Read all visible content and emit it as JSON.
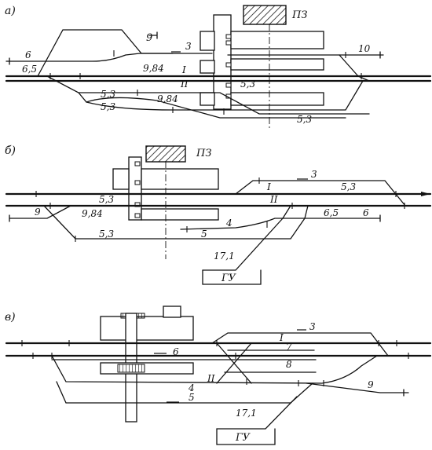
{
  "panels": {
    "a": {
      "label": "а)",
      "station_building": "ПЗ",
      "track_numbers": {
        "t1": "I",
        "t2": "II",
        "t3": "3",
        "t6": "6",
        "t9": "9",
        "t10": "10"
      },
      "dimensions": {
        "d_65": "6,5",
        "d_984_top": "9,84",
        "d_53_mid": "5,3",
        "d_53_a": "5,3",
        "d_53_b": "5,3",
        "d_984_bot": "9,84",
        "d_53_right": "5,3"
      }
    },
    "b": {
      "label": "б)",
      "station_building": "ПЗ",
      "track_numbers": {
        "t1": "I",
        "t2": "II",
        "t3": "3",
        "t4": "4",
        "t5": "5",
        "t6": "6",
        "t9": "9"
      },
      "dimensions": {
        "d_53_top": "5,3",
        "d_53_right": "5,3",
        "d_984": "9,84",
        "d_65": "6,5",
        "d_53_bot": "5,3",
        "d_171": "17,1"
      },
      "freight_yard": "ГУ"
    },
    "c": {
      "label": "в)",
      "track_numbers": {
        "t1": "I",
        "t2": "II",
        "t3": "3",
        "t4": "4",
        "t5": "5",
        "t6": "6",
        "t7": "7",
        "t8": "8",
        "t9": "9"
      },
      "dimensions": {
        "d_171": "17,1"
      },
      "freight_yard": "ГУ"
    }
  },
  "colors": {
    "ink": "#111111",
    "hatch": "#111111",
    "background": "#ffffff"
  }
}
